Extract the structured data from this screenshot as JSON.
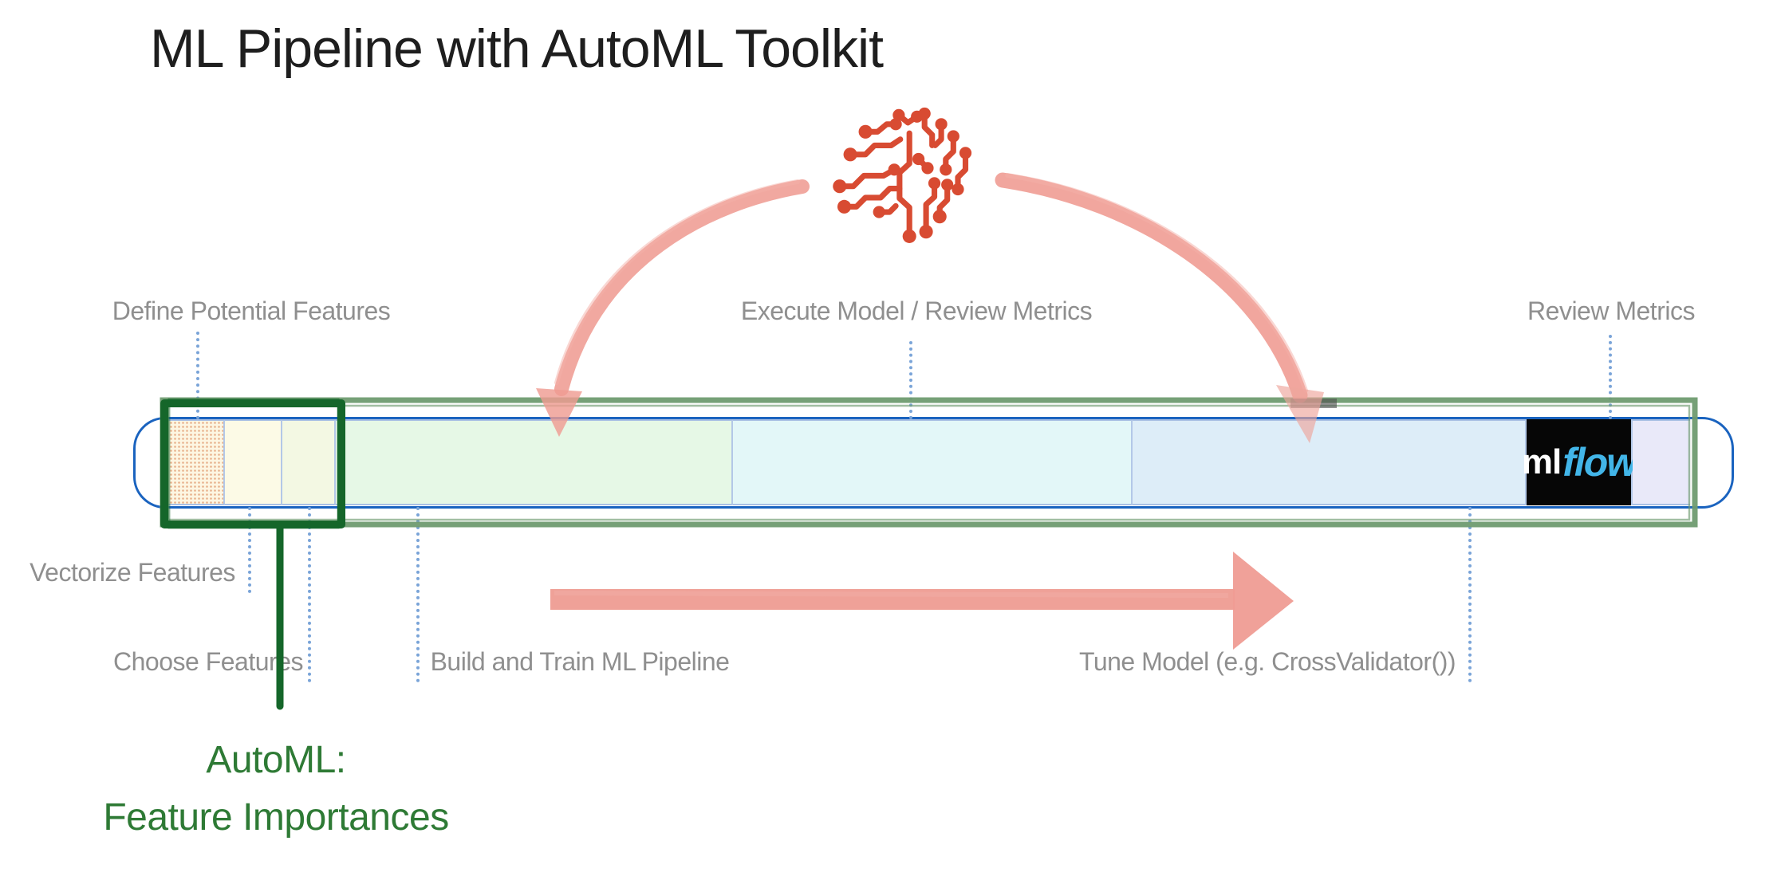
{
  "title": "ML Pipeline with AutoML Toolkit",
  "labels": {
    "define": "Define Potential Features",
    "execute": "Execute Model / Review Metrics",
    "review": "Review Metrics",
    "vectorize": "Vectorize Features",
    "choose": "Choose Features",
    "build": "Build and Train ML Pipeline",
    "tune": "Tune Model (e.g. CrossValidator())"
  },
  "callout": {
    "line1": "AutoML:",
    "line2": "Feature Importances"
  },
  "mlflow": {
    "ml": "ml",
    "flow": "flow"
  },
  "icons": {
    "brain": "circuit-brain-icon",
    "left_feedback_arrow": "feedback-arc-left-arrow-icon",
    "right_feedback_arrow": "feedback-arc-right-arrow-icon",
    "forward_arrow": "pipeline-forward-arrow-icon"
  },
  "colors": {
    "title_text": "#1e1e1e",
    "label_text": "#8f8f8f",
    "accent_red": "#d84b32",
    "accent_pink": "#ef9c93",
    "sage_green": "#6f9b70",
    "dark_green": "#15662a",
    "callout_green": "#2e7a35",
    "pipeline_blue": "#1a63bf",
    "divider_blue": "#b3c8e8",
    "dotted_line_blue": "#7aa4d8",
    "mlflow_blue": "#42b5e8",
    "segment_cream_dotted": "#fdf6e2",
    "segment_cream": "#fcfae6",
    "segment_pale_lime": "#f3f8e3",
    "segment_green": "#e6f8e6",
    "segment_cyan": "#e3f7f8",
    "segment_blue": "#ddedf8",
    "segment_lavender": "#e9e9f9"
  }
}
